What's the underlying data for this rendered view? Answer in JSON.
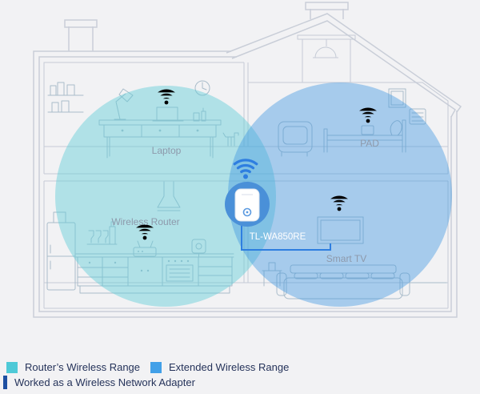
{
  "diagram": {
    "device_labels": {
      "laptop": "Laptop",
      "pad": "PAD",
      "wireless_router": "Wireless Router",
      "extender": "TL-WA850RE",
      "smart_tv": "Smart TV"
    },
    "icons": {
      "router_signal": "wifi-signal-icon",
      "laptop_signal": "wifi-signal-icon",
      "pad_signal": "wifi-signal-icon",
      "extender_signal": "wifi-signal-icon",
      "tv_signal": "wifi-signal-icon"
    },
    "colors": {
      "background": "#f2f2f4",
      "house_outline": "#c9ced8",
      "furniture_outline": "#a9bcca",
      "router_range_fill": "#5fcdd6",
      "extended_range_fill": "#3e97e0",
      "wifi_green": "#00a79d",
      "wifi_blue": "#2e7ee0",
      "extender_badge": "#4a90d8",
      "cable": "#2e7ee0",
      "device_label_text": "#8d99ab",
      "extender_label_text": "#ffffff"
    }
  },
  "legend": {
    "text_color": "#25335a",
    "items": [
      {
        "id": "router-range",
        "shape": "square",
        "color": "#4ec9d7",
        "label": "Router’s Wireless Range"
      },
      {
        "id": "extended-range",
        "shape": "square",
        "color": "#42a0e8",
        "label": "Extended Wireless Range"
      },
      {
        "id": "adapter-mode",
        "shape": "bar",
        "color": "#1d4fa1",
        "label": "Worked as a Wireless Network Adapter"
      }
    ]
  }
}
